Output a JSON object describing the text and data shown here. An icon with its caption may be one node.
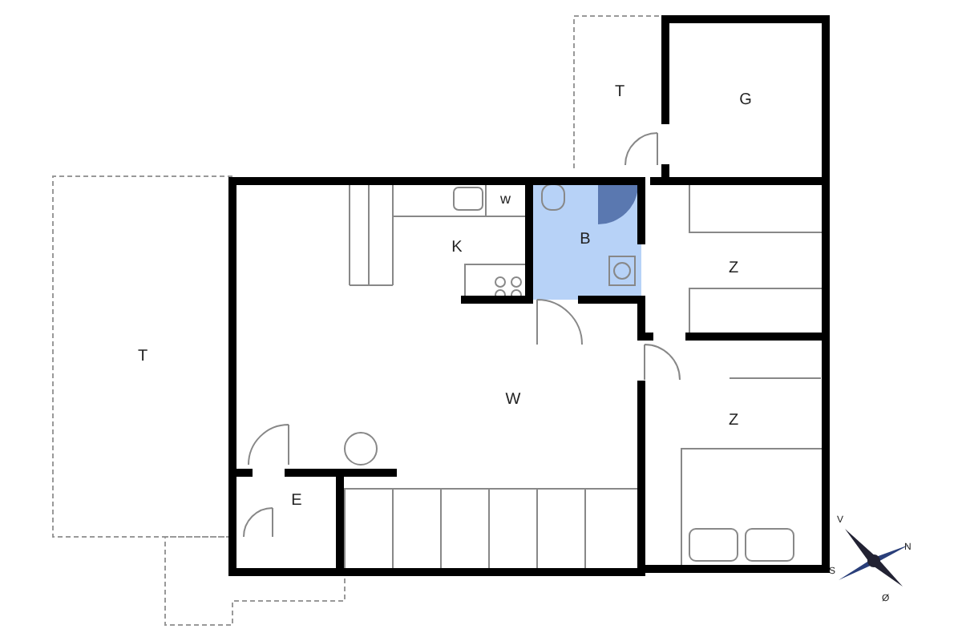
{
  "diagram": {
    "nodes": [
      {
        "text": [
          "T"
        ]
      },
      {
        "text": [
          "G"
        ]
      },
      {
        "text": [
          "K"
        ]
      },
      {
        "text": [
          "B"
        ]
      },
      {
        "text": [
          "Z"
        ]
      },
      {
        "text": [
          "T"
        ]
      },
      {
        "text": [
          "W"
        ]
      },
      {
        "text": [
          "Z"
        ]
      },
      {
        "text": [
          "E"
        ]
      }
    ],
    "labels": [
      "w",
      "V",
      "N",
      "S",
      "Ø"
    ]
  }
}
